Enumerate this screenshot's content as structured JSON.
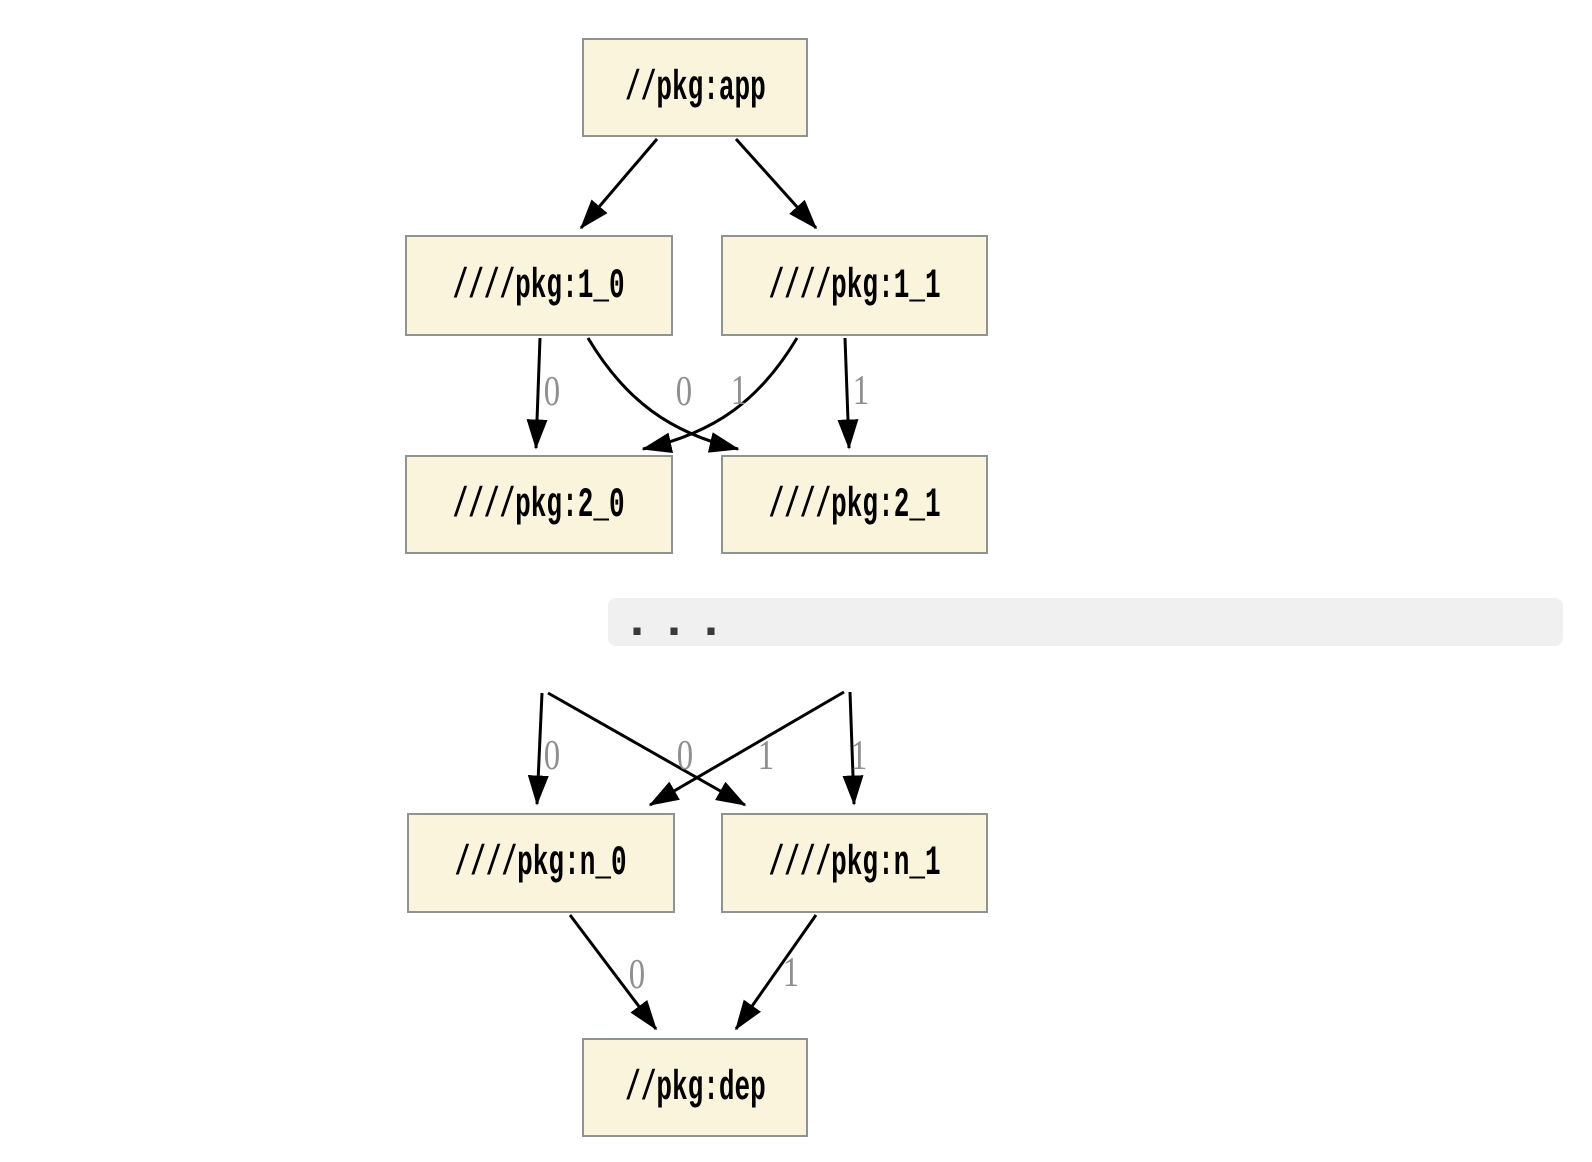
{
  "diagram": {
    "type": "dependency-graph",
    "nodes": {
      "app": {
        "label": "//pkg:app"
      },
      "l1_0": {
        "label": "////pkg:1_0"
      },
      "l1_1": {
        "label": "////pkg:1_1"
      },
      "l2_0": {
        "label": "////pkg:2_0"
      },
      "l2_1": {
        "label": "////pkg:2_1"
      },
      "ln_0": {
        "label": "////pkg:n_0"
      },
      "ln_1": {
        "label": "////pkg:n_1"
      },
      "dep": {
        "label": "//pkg:dep"
      }
    },
    "ellipsis": "...",
    "edge_labels": {
      "row1_left": "0",
      "row1_mid_left": "0",
      "row1_mid_right": "1",
      "row1_right": "1",
      "row2_left": "0",
      "row2_mid_left": "0",
      "row2_mid_right": "1",
      "row2_right": "1",
      "dep_left": "0",
      "dep_right": "1"
    },
    "edges": [
      {
        "from": "//pkg:app",
        "to": "////pkg:1_0",
        "label": ""
      },
      {
        "from": "//pkg:app",
        "to": "////pkg:1_1",
        "label": ""
      },
      {
        "from": "////pkg:1_0",
        "to": "////pkg:2_0",
        "label": "0"
      },
      {
        "from": "////pkg:1_0",
        "to": "////pkg:2_1",
        "label": "1"
      },
      {
        "from": "////pkg:1_1",
        "to": "////pkg:2_0",
        "label": "0"
      },
      {
        "from": "////pkg:1_1",
        "to": "////pkg:2_1",
        "label": "1"
      },
      {
        "from": "…",
        "to": "////pkg:n_0",
        "label": "0"
      },
      {
        "from": "…",
        "to": "////pkg:n_1",
        "label": "1"
      },
      {
        "from": "…",
        "to": "////pkg:n_0",
        "label": "0"
      },
      {
        "from": "…",
        "to": "////pkg:n_1",
        "label": "1"
      },
      {
        "from": "////pkg:n_0",
        "to": "//pkg:dep",
        "label": "0"
      },
      {
        "from": "////pkg:n_1",
        "to": "//pkg:dep",
        "label": "1"
      }
    ],
    "colors": {
      "background": "#ffffff",
      "node_fill": "#faf4dc",
      "node_border": "#8e9394",
      "edge": "#000000",
      "edge_label": "#8f8f8f",
      "band_bg": "#f0f0f0"
    }
  }
}
